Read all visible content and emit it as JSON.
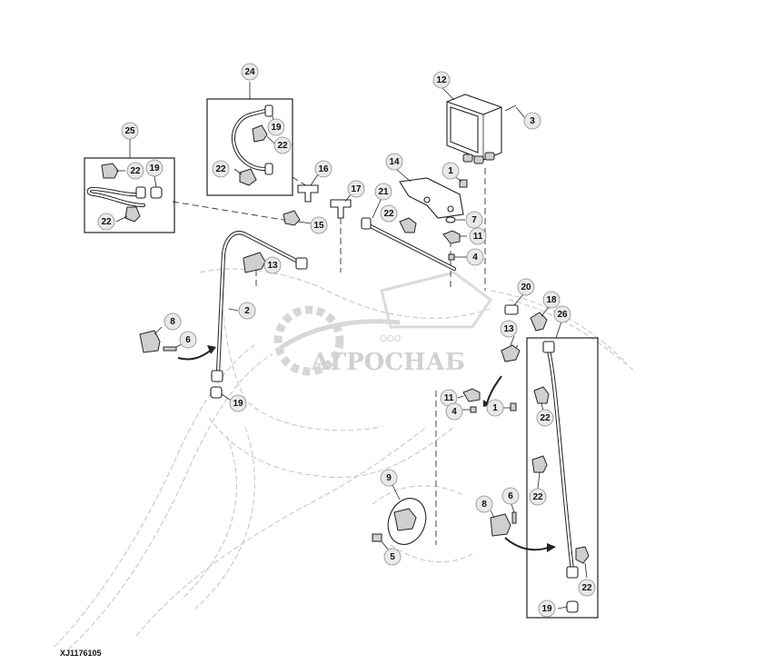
{
  "figure_id": "XJ1176105",
  "watermark": {
    "company_prefix": "ООО",
    "company_name": "АГРОСНАБ"
  },
  "callouts": [
    {
      "id": "c24",
      "label": "24"
    },
    {
      "id": "c19a",
      "label": "19"
    },
    {
      "id": "c22a",
      "label": "22"
    },
    {
      "id": "c22b",
      "label": "22"
    },
    {
      "id": "c25",
      "label": "25"
    },
    {
      "id": "c22c",
      "label": "22"
    },
    {
      "id": "c19b",
      "label": "19"
    },
    {
      "id": "c22d",
      "label": "22"
    },
    {
      "id": "c12",
      "label": "12"
    },
    {
      "id": "c3",
      "label": "3"
    },
    {
      "id": "c14",
      "label": "14"
    },
    {
      "id": "c1a",
      "label": "1"
    },
    {
      "id": "c16",
      "label": "16"
    },
    {
      "id": "c17",
      "label": "17"
    },
    {
      "id": "c21",
      "label": "21"
    },
    {
      "id": "c22e",
      "label": "22"
    },
    {
      "id": "c7",
      "label": "7"
    },
    {
      "id": "c11a",
      "label": "11"
    },
    {
      "id": "c4a",
      "label": "4"
    },
    {
      "id": "c15",
      "label": "15"
    },
    {
      "id": "c13a",
      "label": "13"
    },
    {
      "id": "c2",
      "label": "2"
    },
    {
      "id": "c8a",
      "label": "8"
    },
    {
      "id": "c6a",
      "label": "6"
    },
    {
      "id": "c19c",
      "label": "19"
    },
    {
      "id": "c20",
      "label": "20"
    },
    {
      "id": "c18",
      "label": "18"
    },
    {
      "id": "c26",
      "label": "26"
    },
    {
      "id": "c13b",
      "label": "13"
    },
    {
      "id": "c11b",
      "label": "11"
    },
    {
      "id": "c4b",
      "label": "4"
    },
    {
      "id": "c1b",
      "label": "1"
    },
    {
      "id": "c22f",
      "label": "22"
    },
    {
      "id": "c22g",
      "label": "22"
    },
    {
      "id": "c9",
      "label": "9"
    },
    {
      "id": "c8b",
      "label": "8"
    },
    {
      "id": "c6b",
      "label": "6"
    },
    {
      "id": "c5",
      "label": "5"
    },
    {
      "id": "c22h",
      "label": "22"
    },
    {
      "id": "c19d",
      "label": "19"
    }
  ]
}
